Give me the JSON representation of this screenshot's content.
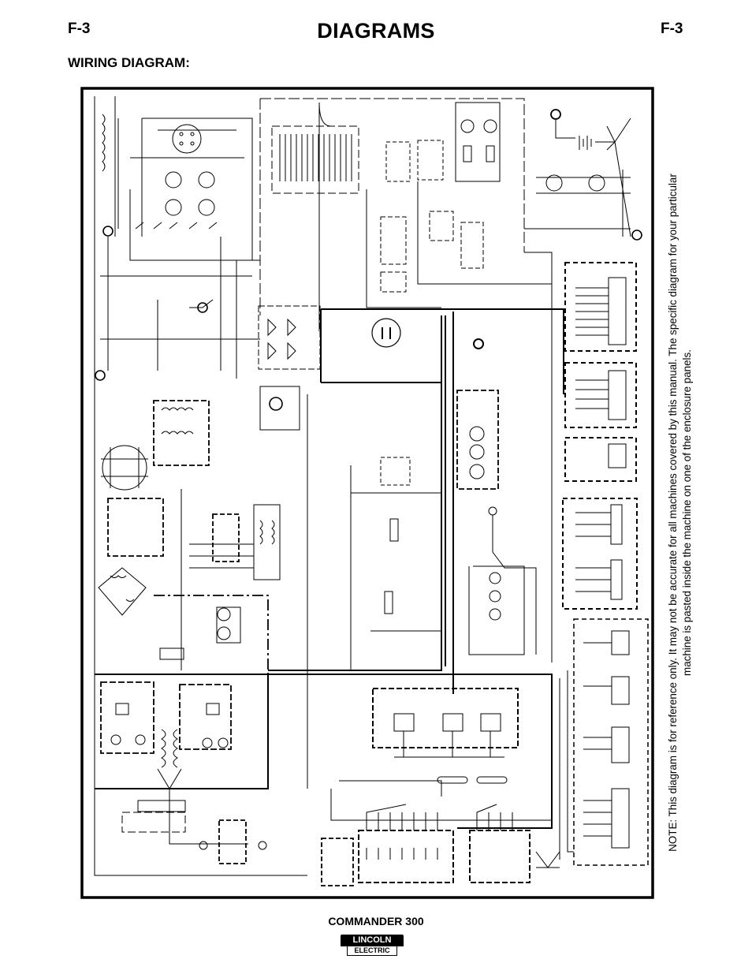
{
  "header": {
    "page_number_left": "F-3",
    "title": "DIAGRAMS",
    "page_number_right": "F-3"
  },
  "section": {
    "label": "WIRING DIAGRAM:"
  },
  "note": "NOTE: This diagram is for reference only. It may not be accurate for all machines covered by this manual.  The specific diagram for your particular machine is pasted inside the machine on one of the enclosure panels.",
  "footer": {
    "model": "COMMANDER 300",
    "brand_top": "LINCOLN",
    "brand_bottom": "ELECTRIC"
  },
  "colors": {
    "ink": "#000000",
    "background": "#ffffff"
  }
}
